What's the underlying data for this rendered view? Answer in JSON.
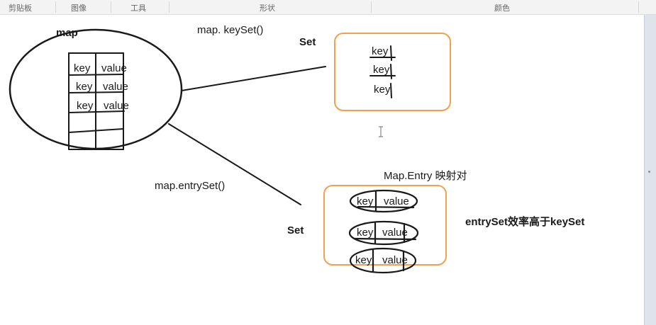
{
  "ribbon": {
    "groups": [
      "剪贴板",
      "图像",
      "工具",
      "形状",
      "颜色"
    ]
  },
  "canvas": {
    "map_title": "map",
    "map_rows": [
      {
        "key": "key",
        "value": "value"
      },
      {
        "key": "key",
        "value": "value"
      },
      {
        "key": "key",
        "value": "value"
      }
    ],
    "keyset_call": "map.  keySet()",
    "set_label_top": "Set",
    "keyset_items": [
      "key",
      "key",
      "key"
    ],
    "entryset_call": "map.entrySet()",
    "entry_title": "Map.Entry 映射对",
    "set_label_bottom": "Set",
    "entry_items": [
      {
        "key": "key",
        "value": "value"
      },
      {
        "key": "key",
        "value": "value"
      },
      {
        "key": "key",
        "value": "value"
      }
    ],
    "note": "entrySet效率高于keySet"
  },
  "colors": {
    "box_border": "#f0a050",
    "ink": "#1a1a1a"
  }
}
